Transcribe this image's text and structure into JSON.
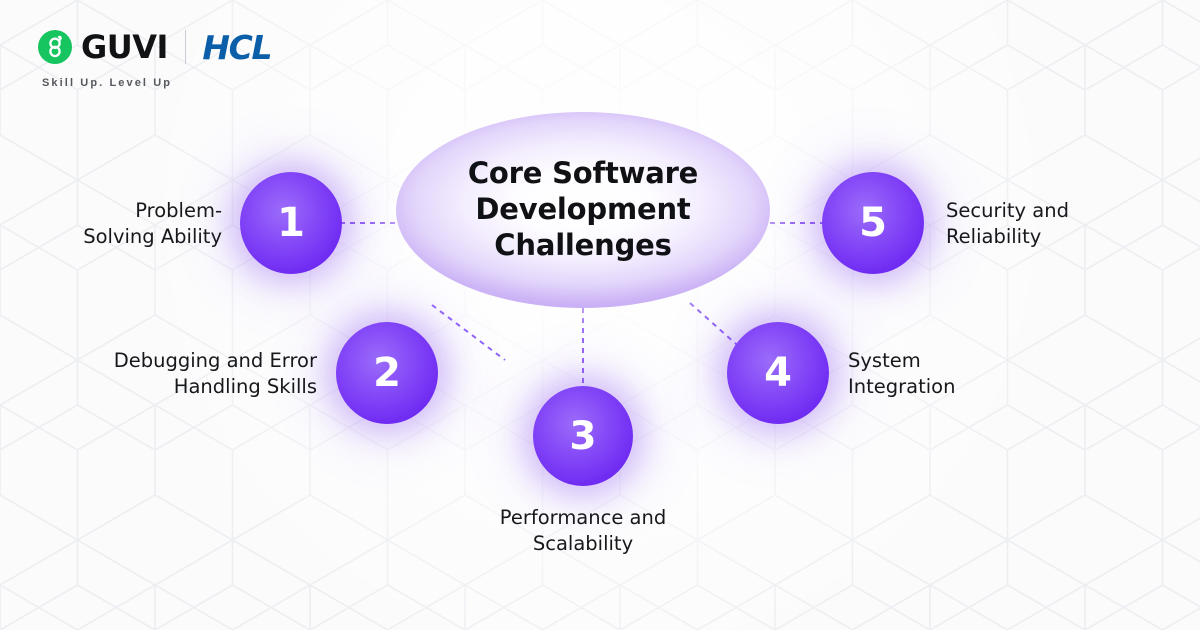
{
  "brand": {
    "guvi_name": "GUVI",
    "guvi_mark_icon": "guvi-g-logo-icon",
    "partner_name": "HCL",
    "tagline": "Skill Up. Level Up",
    "guvi_green": "#16C55F",
    "hcl_blue": "#0B5EA8"
  },
  "diagram": {
    "center": {
      "title": "Core Software\nDevelopment\nChallenges"
    },
    "accent_purple": "#7B3BF5",
    "connector_color": "#8B5CF6",
    "nodes": [
      {
        "number": "1",
        "label": "Problem-\nSolving Ability"
      },
      {
        "number": "2",
        "label": "Debugging and Error\nHandling Skills"
      },
      {
        "number": "3",
        "label": "Performance and\nScalability"
      },
      {
        "number": "4",
        "label": "System\nIntegration"
      },
      {
        "number": "5",
        "label": "Security and\nReliability"
      }
    ]
  }
}
